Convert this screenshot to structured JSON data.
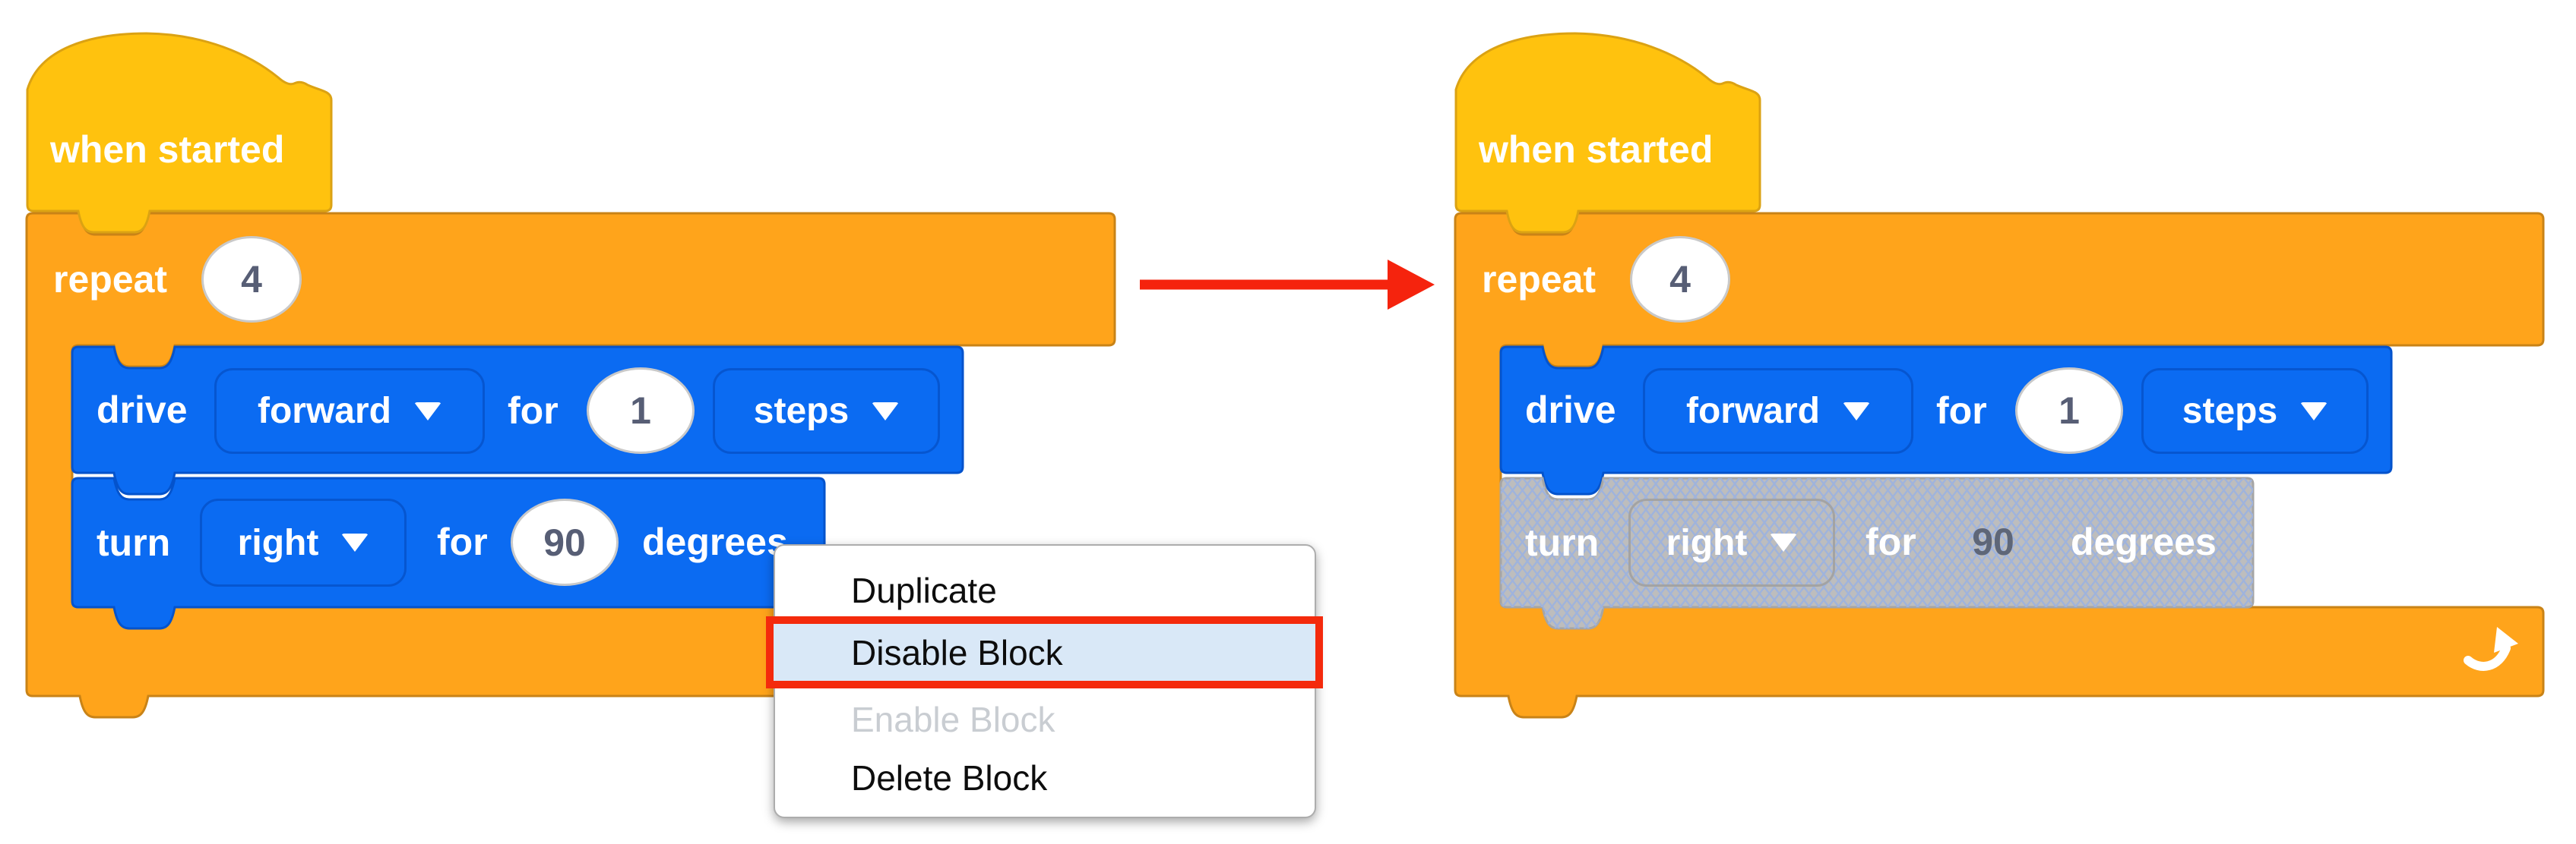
{
  "scripts": {
    "left": {
      "hat_label": "when started",
      "repeat_label": "repeat",
      "repeat_count": "4",
      "drive_label": "drive",
      "drive_direction": "forward",
      "drive_for": "for",
      "drive_value": "1",
      "drive_unit": "steps",
      "turn_label": "turn",
      "turn_direction": "right",
      "turn_for": "for",
      "turn_value": "90",
      "turn_unit": "degrees",
      "turn_state": "enabled"
    },
    "right": {
      "hat_label": "when started",
      "repeat_label": "repeat",
      "repeat_count": "4",
      "drive_label": "drive",
      "drive_direction": "forward",
      "drive_for": "for",
      "drive_value": "1",
      "drive_unit": "steps",
      "turn_label": "turn",
      "turn_direction": "right",
      "turn_for": "for",
      "turn_value": "90",
      "turn_unit": "degrees",
      "turn_state": "disabled"
    }
  },
  "context_menu": {
    "items": [
      {
        "label": "Duplicate",
        "state": "normal"
      },
      {
        "label": "Disable Block",
        "state": "selected"
      },
      {
        "label": "Enable Block",
        "state": "disabled"
      },
      {
        "label": "Delete Block",
        "state": "normal"
      }
    ],
    "selected_highlight_color": "#D9E8F7",
    "selected_outline_color": "#F42A0C"
  },
  "colors": {
    "hat_block": "#FFC20E",
    "hat_border": "#DBA213",
    "control_block": "#FFA41B",
    "control_border": "#C98317",
    "drivetrain_block": "#0B6BF2",
    "drivetrain_border": "#0453CC",
    "disabled_fill": "#BDBDBD",
    "disabled_hatch_line": "#9FB3DC",
    "value_text": "#575E75",
    "transition_arrow": "#F5230D"
  }
}
